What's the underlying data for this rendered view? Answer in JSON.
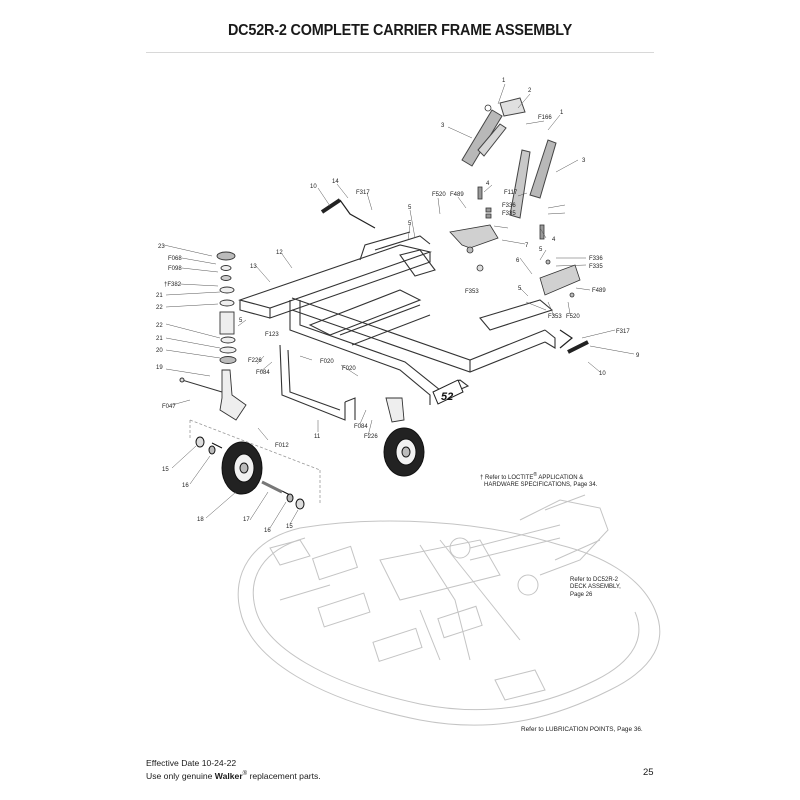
{
  "title": "DC52R-2 COMPLETE CARRIER FRAME ASSEMBLY",
  "frame_decal": "52",
  "callouts": [
    "1",
    "2",
    "3",
    "F166",
    "1",
    "3",
    "4",
    "F489",
    "F520",
    "F117",
    "F336",
    "F335",
    "10",
    "14",
    "F317",
    "5",
    "5",
    "7",
    "23",
    "F068",
    "F098",
    "12",
    "13",
    "†F382",
    "21",
    "22",
    "5",
    "F123",
    "22",
    "21",
    "20",
    "F226",
    "F084",
    "F020",
    "F020",
    "19",
    "F047",
    "F012",
    "F084",
    "F226",
    "11",
    "15",
    "16",
    "18",
    "17",
    "16",
    "15",
    "4",
    "5",
    "F336",
    "F335",
    "6",
    "5",
    "F353",
    "F489",
    "F353",
    "F520",
    "F317",
    "9",
    "10"
  ],
  "notes": {
    "loctite_line1": "† Refer to LOCTITE",
    "loctite_reg": "®",
    "loctite_line1b": " APPLICATION &",
    "loctite_line2": "HARDWARE SPECIFICATIONS, Page 34.",
    "deck_line1": "Refer to DC52R-2",
    "deck_line2": "DECK ASSEMBLY,",
    "deck_line3": "Page 26",
    "lubrication": "Refer to LUBRICATION POINTS, Page 36."
  },
  "footer": {
    "effective_date": "Effective Date 10-24-22",
    "use_prefix": "Use only genuine ",
    "brand": "Walker",
    "reg": "®",
    "use_suffix": " replacement parts.",
    "page_number": "25"
  }
}
